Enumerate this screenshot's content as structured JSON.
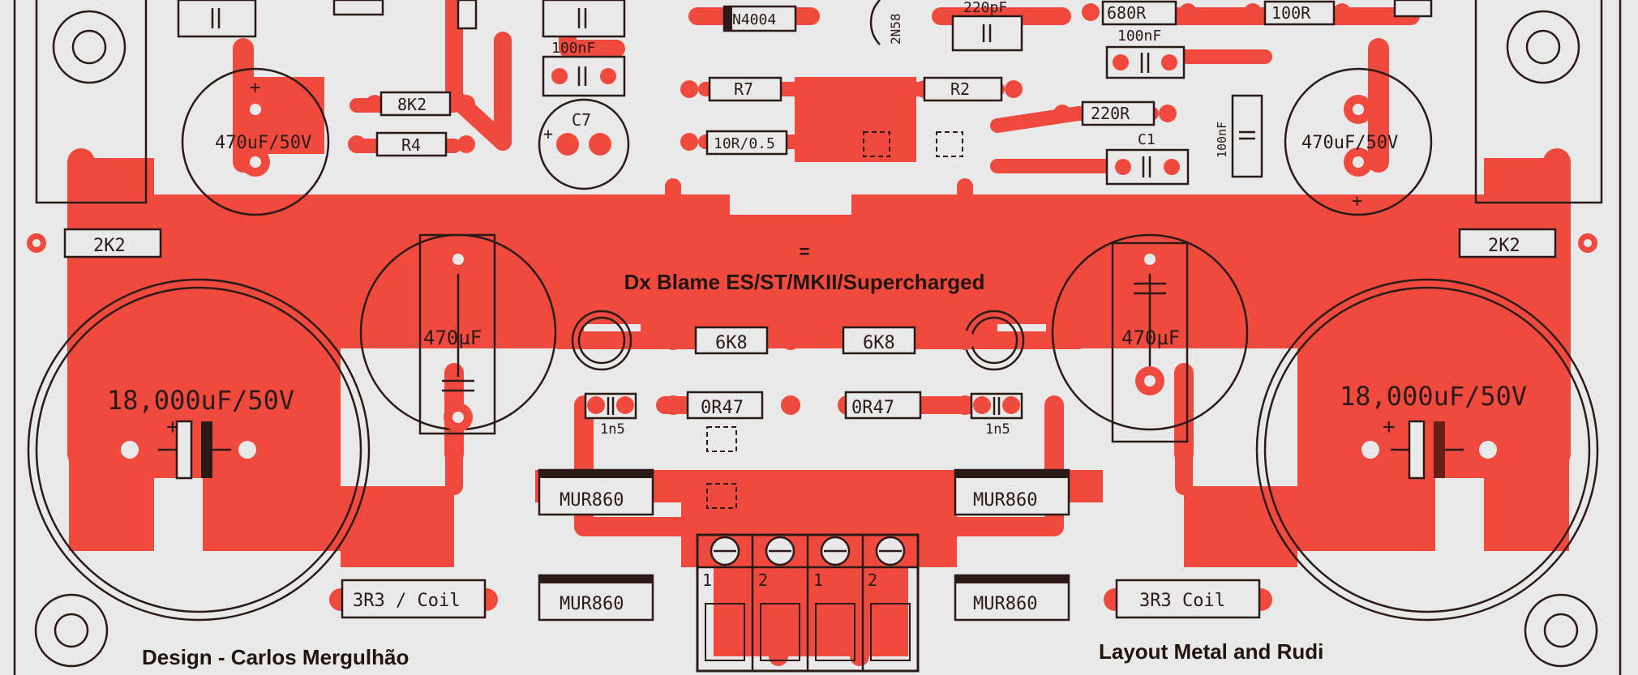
{
  "board": {
    "title": "Dx Blame ES/ST/MKII/Supercharged",
    "credit_design": "Design - Carlos Mergulhão",
    "credit_layout": "Layout Metal and Rudi",
    "copper_color": "#ef4a3d",
    "silk_color": "#2b1a18",
    "board_color": "#e9e9e9"
  },
  "labels": {
    "equals_mark": "=",
    "r_2k2_left": "2K2",
    "r_2k2_right": "2K2",
    "c_470uf_50v_left": "470uF/50V",
    "c_470uf_50v_right": "470uF/50V",
    "c_18000_left": "18,000uF/50V",
    "c_18000_right": "18,000uF/50V",
    "c_470uf_left": "470µF",
    "c_470uf_right": "470µF",
    "r_6k8_left": "6K8",
    "r_6k8_right": "6K8",
    "r_0r47_left": "0R47",
    "r_0r47_right": "0R47",
    "c_1n5_left": "1n5",
    "c_1n5_right": "1n5",
    "d_mur860_tl": "MUR860",
    "d_mur860_tr": "MUR860",
    "d_mur860_bl": "MUR860",
    "d_mur860_br": "MUR860",
    "l_coil_left": "3R3 / Coil",
    "l_coil_right": "3R3 Coil",
    "r_8k2": "8K2",
    "r_r4": "R4",
    "c_100nf_top": "100nF",
    "c_c7": "C7",
    "d_n4004": "N4004",
    "r_r7": "R7",
    "r_10r05": "10R/0.5",
    "q_2n5": "2N58",
    "c_220pf": "220pF",
    "r_r2": "R2",
    "r_680r": "680R",
    "r_100r": "100R",
    "c_100nf_right": "100nF",
    "r_220r": "220R",
    "c_c1": "C1",
    "c_100nf_vert": "100nF",
    "term_1a": "1",
    "term_2a": "2",
    "term_1b": "1",
    "term_2b": "2",
    "plus_a": "+",
    "plus_b": "+",
    "plus_c": "+"
  }
}
